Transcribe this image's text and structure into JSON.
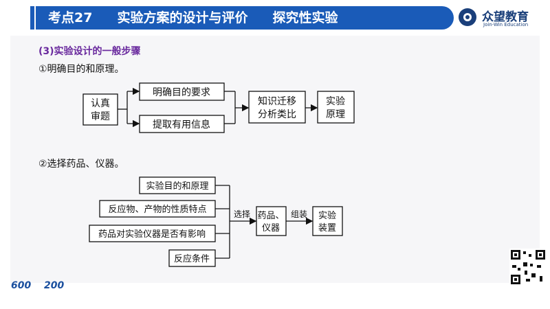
{
  "header": {
    "topic": "考点27",
    "title1": "实验方案的设计与评价",
    "title2": "探究性实验"
  },
  "brand": {
    "name": "众望教育",
    "subtitle": "Join-Win Education"
  },
  "section": {
    "title": "(3)实验设计的一般步骤"
  },
  "step1": {
    "label": "①明确目的和原理。",
    "box_start": "认真审题",
    "box_goal": "明确目的要求",
    "box_info": "提取有用信息",
    "box_transfer": "知识迁移分析类比",
    "box_principle": "实验原理"
  },
  "step2": {
    "label": "②选择药品、仪器。",
    "factors": [
      "实验目的和原理",
      "反应物、产物的性质特点",
      "药品对实验仪器是否有影响",
      "反应条件"
    ],
    "arrow_select": "选择",
    "box_materials": "药品、仪器",
    "arrow_assemble": "组装",
    "box_apparatus": "实验装置"
  },
  "badges": {
    "left": "600",
    "right": "200"
  },
  "colors": {
    "title_bar": "#1a5bb8",
    "section_title": "#6a2a9e",
    "content_bg": "#f6f6f8"
  }
}
